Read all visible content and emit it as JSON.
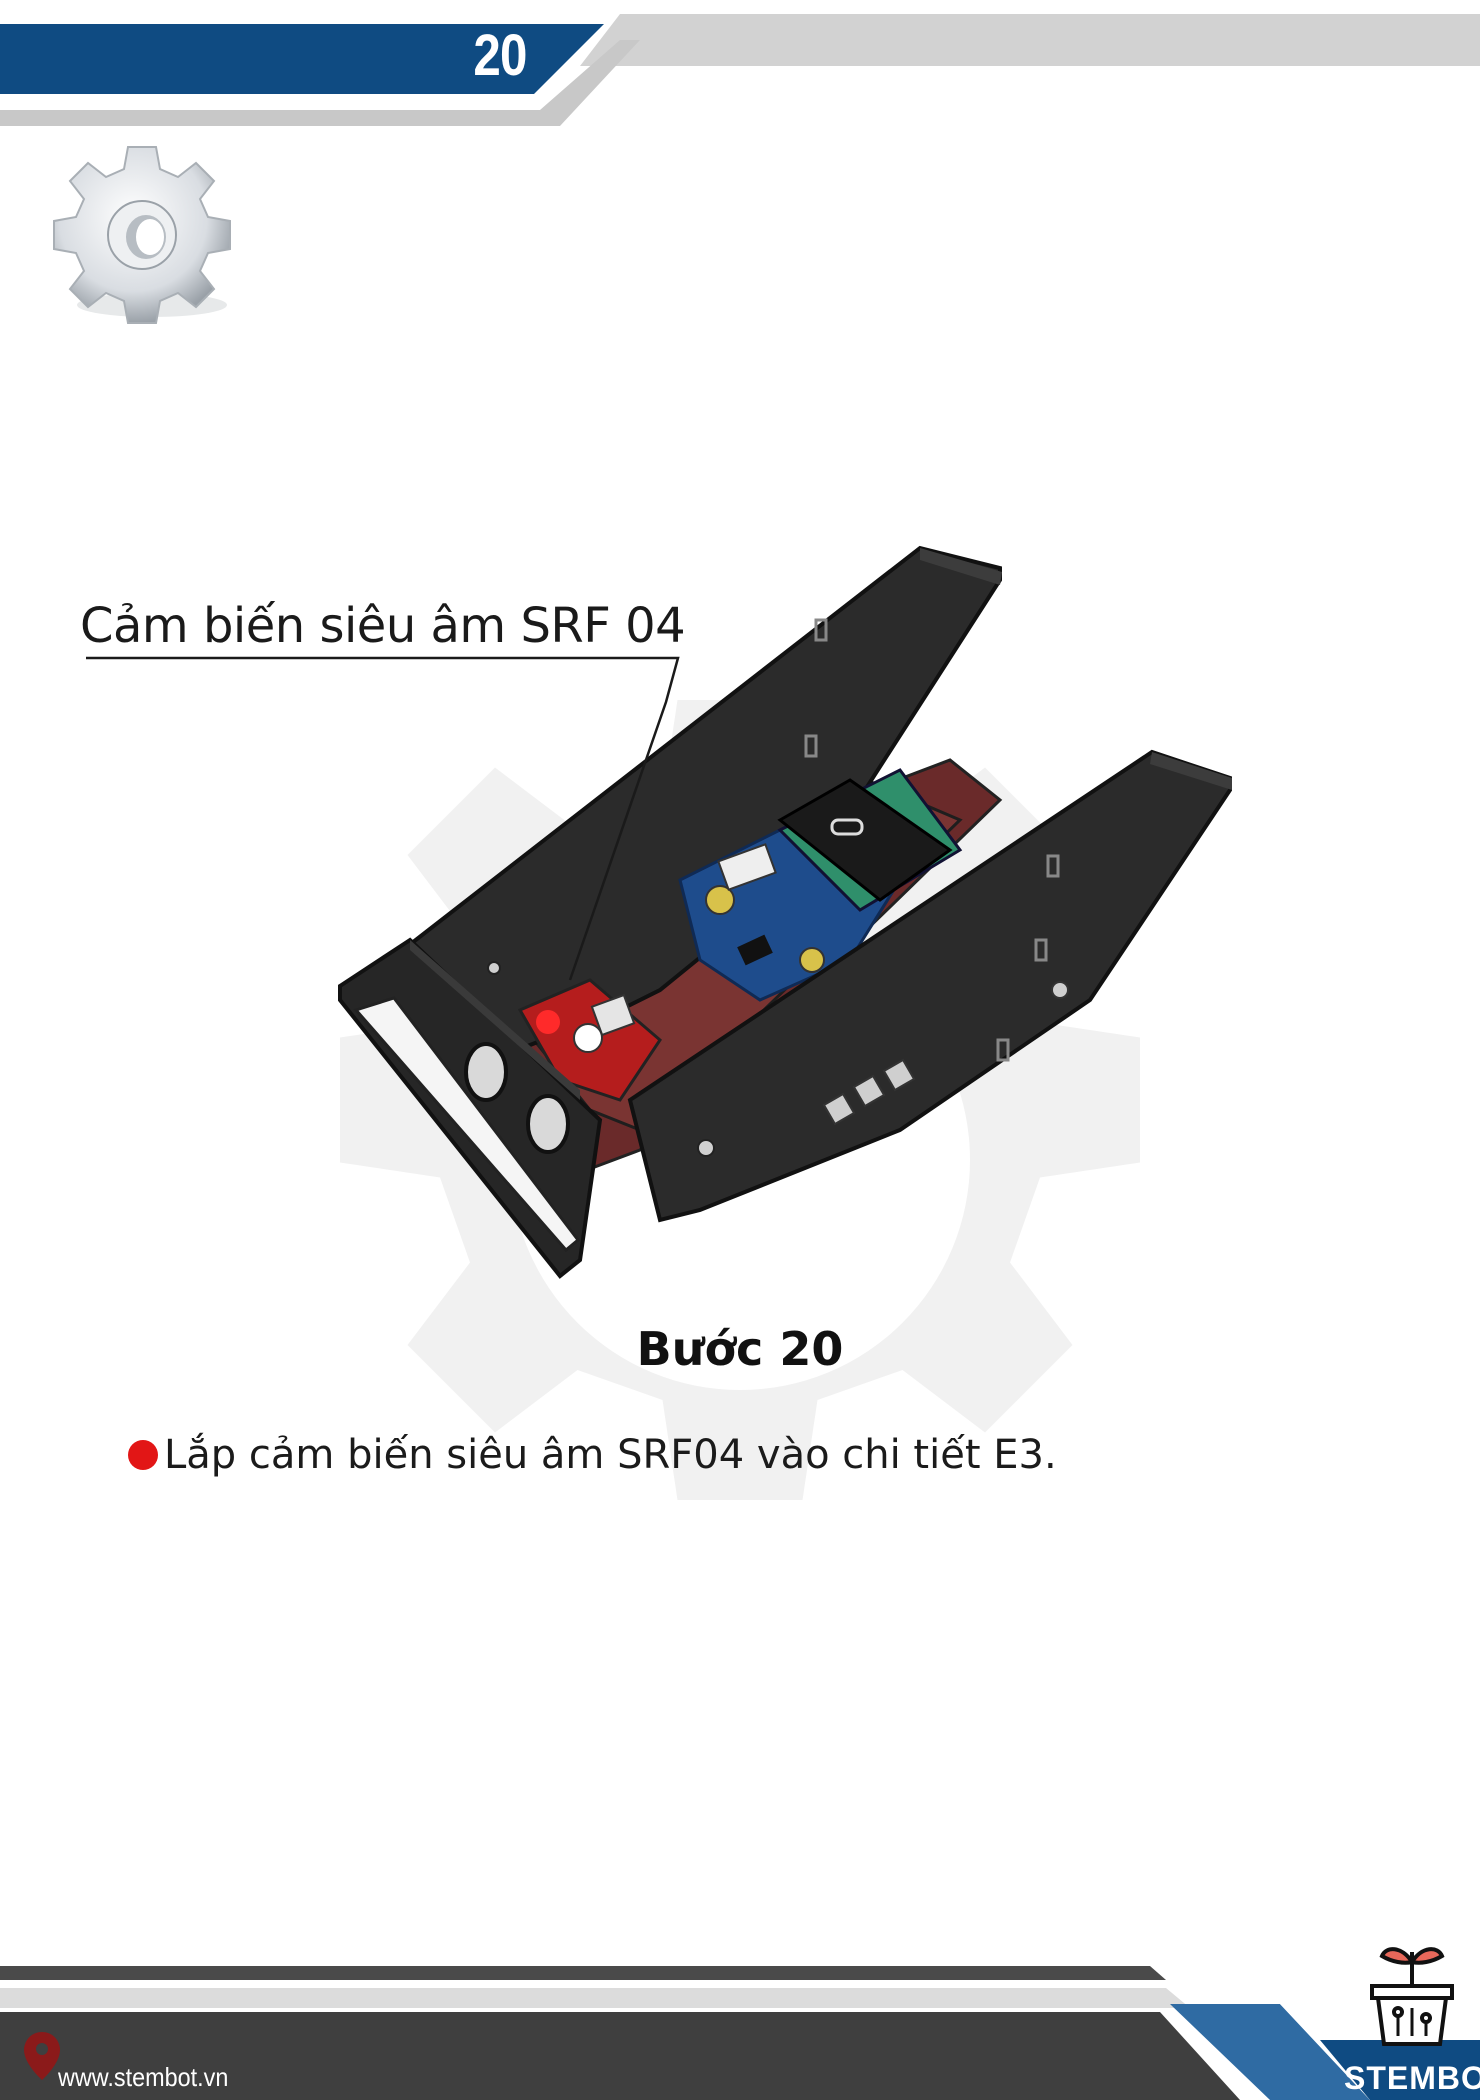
{
  "header": {
    "page_number": "20"
  },
  "callout": {
    "label": "Cảm biến siêu âm SRF 04"
  },
  "step": {
    "title": "Bước 20",
    "instruction": "Lắp cảm biến siêu âm SRF04 vào chi tiết E3."
  },
  "footer": {
    "website": "www.stembot.vn",
    "brand": "STEMBOT"
  },
  "icons": {
    "header": "gear-icon",
    "bullet": "red-dot-bullet",
    "location": "map-pin-icon",
    "logo": "plant-pot-logo"
  },
  "colors": {
    "banner_blue": "#0f4b82",
    "stripe_gray": "#d6d6d6",
    "footer_dark": "#3f3f3f",
    "accent_red": "#e21616"
  }
}
